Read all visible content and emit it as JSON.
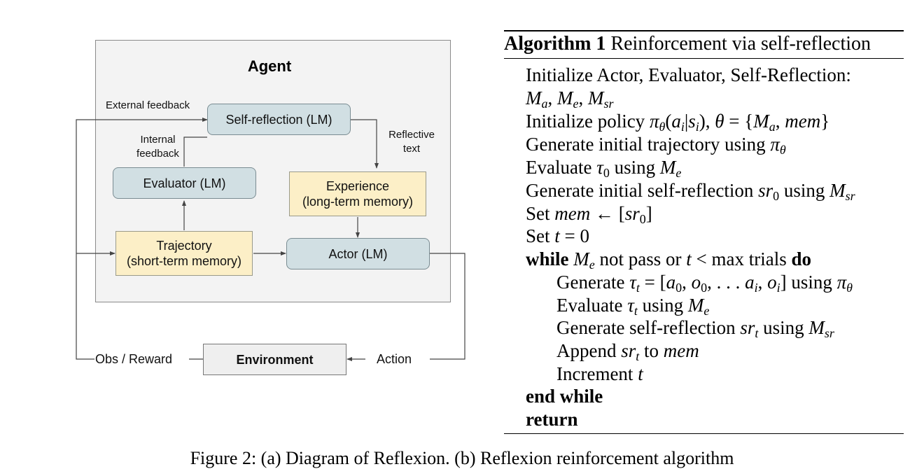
{
  "diagram": {
    "agent_title": "Agent",
    "self_reflection": "Self-reflection (LM)",
    "evaluator": "Evaluator (LM)",
    "experience_line1": "Experience",
    "experience_line2": "(long-term memory)",
    "trajectory_line1": "Trajectory",
    "trajectory_line2": "(short-term memory)",
    "actor": "Actor (LM)",
    "environment": "Environment",
    "external_feedback": "External feedback",
    "internal_feedback_line1": "Internal",
    "internal_feedback_line2": "feedback",
    "reflective_text_line1": "Reflective",
    "reflective_text_line2": "text",
    "obs_reward": "Obs / Reward",
    "action": "Action"
  },
  "algorithm": {
    "label": "Algorithm 1",
    "title": "Reinforcement via self-reflection",
    "lines": [
      "Initialize Actor, Evaluator, Self-Reflection:",
      "M_a, M_e, M_sr",
      "Initialize policy π_θ(a_i|s_i), θ = {M_a, mem}",
      "Generate initial trajectory using π_θ",
      "Evaluate τ_0 using M_e",
      "Generate initial self-reflection sr_0 using M_sr",
      "Set mem ← [sr_0]",
      "Set t = 0",
      "while M_e not pass or t < max trials do",
      "Generate τ_t = [a_0, o_0, . . . a_i, o_i] using π_θ",
      "Evaluate τ_t using M_e",
      "Generate self-reflection sr_t using M_sr",
      "Append sr_t to mem",
      "Increment t",
      "end while",
      "return"
    ]
  },
  "caption": "Figure 2: (a) Diagram of Reflexion. (b) Reflexion reinforcement algorithm"
}
